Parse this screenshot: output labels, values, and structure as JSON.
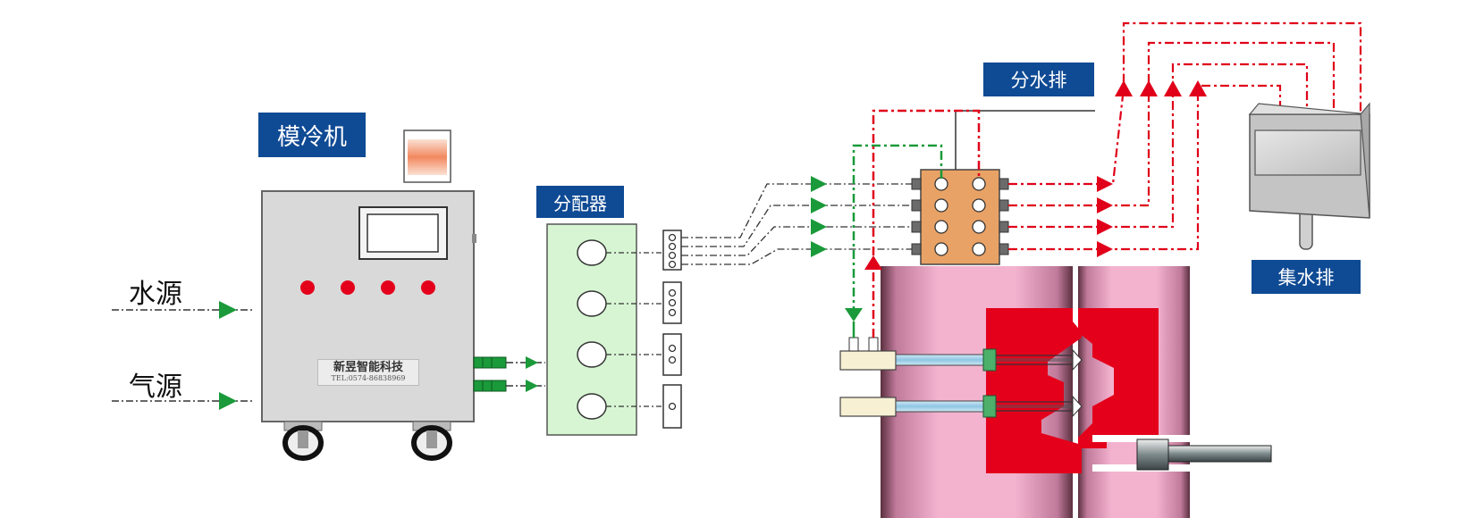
{
  "labels": {
    "chiller": "模冷机",
    "distributor": "分配器",
    "water_manifold": "分水排",
    "collector": "集水排",
    "water_source": "水源",
    "air_source": "气源"
  },
  "nameplate": {
    "company": "新昱智能科技",
    "tel": "TEL:0574-86838969"
  },
  "colors": {
    "label_bg": "#0f4a94",
    "return_line": "#e0001a",
    "supply_arrow": "#1a9a3a",
    "mold_red": "#e4001b",
    "manifold_orange": "#e9a266",
    "distributor_green": "#d7f5d3",
    "chiller_grey": "#d9d9d9",
    "indicator_red": "#e4001b"
  }
}
